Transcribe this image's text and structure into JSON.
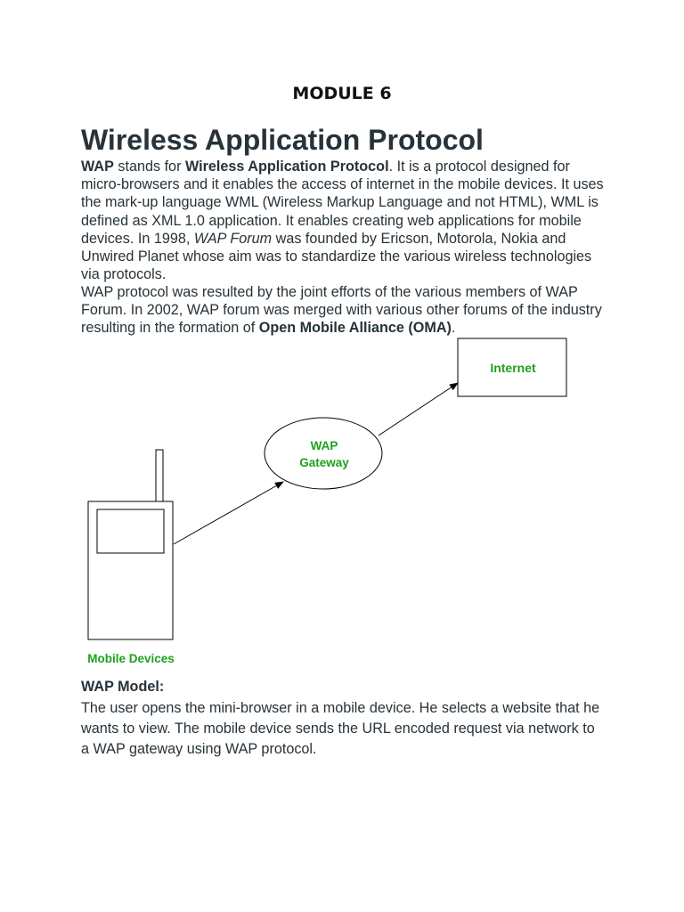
{
  "module_heading": "MODULE 6",
  "title": "Wireless Application Protocol",
  "para1": {
    "t1": "WAP",
    "t2": " stands for ",
    "t3": "Wireless Application Protocol",
    "t4": ". It is a protocol designed for micro-browsers and it enables the access of internet in the mobile devices. It uses the mark-up language WML (Wireless Markup Language and not HTML), WML is defined as XML 1.0 application. It enables creating web applications for mobile devices. In 1998, ",
    "t5": "WAP Forum",
    "t6": " was founded by Ericson, Motorola, Nokia and Unwired Planet whose aim was to standardize the various wireless technologies via protocols."
  },
  "para2": {
    "t1": "WAP protocol was resulted by the joint efforts of the various members of WAP Forum. In 2002, WAP forum was merged with various other forums of the industry resulting in the formation of ",
    "t2": "Open Mobile Alliance (OMA)",
    "t3": "."
  },
  "diagram": {
    "internet_label": "Internet",
    "gateway_label_line1": "WAP",
    "gateway_label_line2": "Gateway",
    "mobile_label": "Mobile Devices",
    "label_color": "#1fa01f"
  },
  "model_heading": "WAP Model:",
  "para3": "The user opens the mini-browser in a mobile device. He selects a website that he wants to view. The mobile device sends the URL encoded request via network to a WAP gateway using WAP protocol."
}
